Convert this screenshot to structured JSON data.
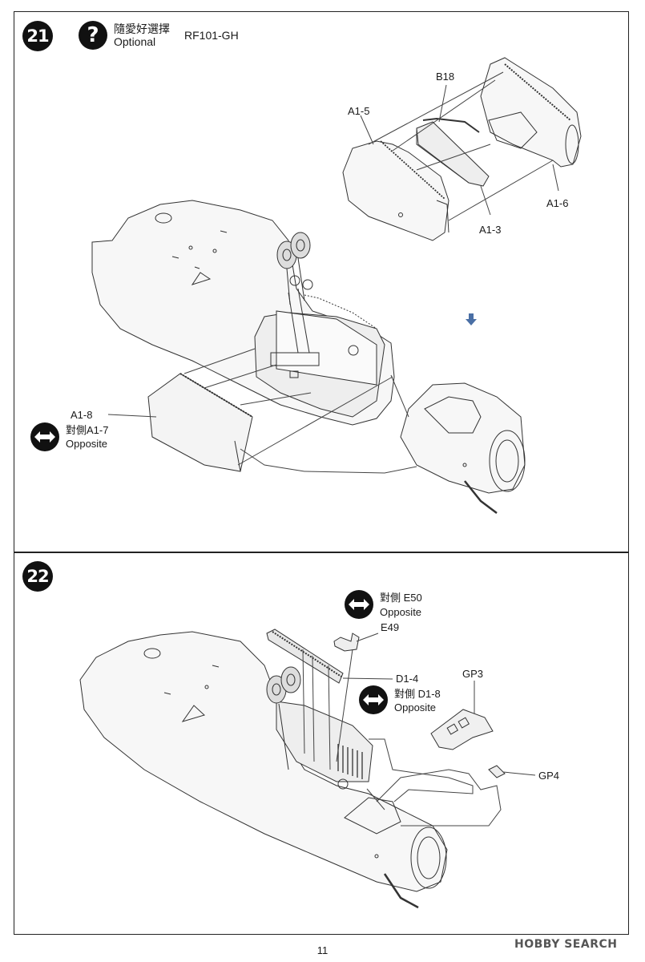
{
  "page_number": "11",
  "watermark": "HOBBY SEARCH",
  "step21": {
    "number": "21",
    "optional_zh": "隨愛好選擇",
    "optional_en": "Optional",
    "variant": "RF101-GH",
    "labels": {
      "b18": "B18",
      "a1_5": "A1-5",
      "a1_6": "A1-6",
      "a1_3": "A1-3",
      "a1_8": "A1-8",
      "a1_7": "對側A1-7",
      "opposite": "Opposite"
    }
  },
  "step22": {
    "number": "22",
    "labels": {
      "e50": "對側 E50",
      "e50_opposite": "Opposite",
      "e49": "E49",
      "d1_4": "D1-4",
      "d1_8": "對側 D1-8",
      "d1_8_opposite": "Opposite",
      "gp3": "GP3",
      "gp4": "GP4"
    }
  },
  "icons": {
    "question": "question-icon",
    "opposite": "double-arrow-icon"
  }
}
